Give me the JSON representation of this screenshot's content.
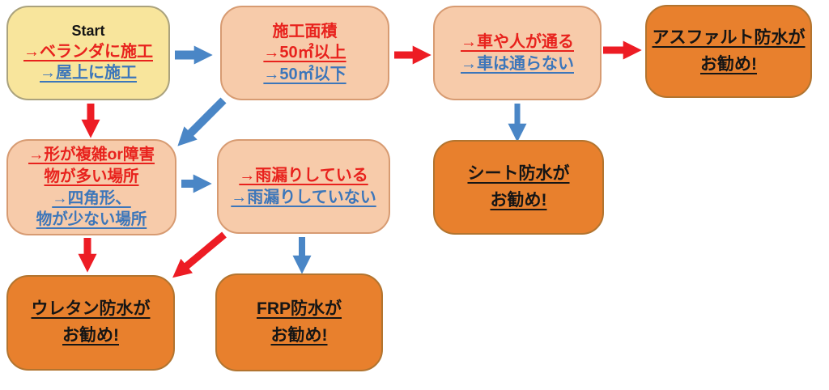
{
  "diagram": {
    "type": "flowchart",
    "language": "ja",
    "topic": "waterproofing method selection"
  },
  "colors": {
    "start_fill": "#f8e59c",
    "decision_fill": "#f7cbaa",
    "result_fill": "#e8802d",
    "red_text": "#e8221d",
    "blue_text": "#3c76ba",
    "red_arrow": "#ed1c24",
    "blue_arrow": "#4a86c6",
    "black_text": "#151515"
  },
  "nodes": {
    "start": {
      "title": "Start",
      "option_red": "→ベランダに施工",
      "option_blue": "→屋上に施工"
    },
    "area": {
      "title": "施工面積",
      "option_red": "→50㎡以上",
      "option_blue": "→50㎡以下"
    },
    "traffic": {
      "option_red": "→車や人が通る",
      "option_blue": "→車は通らない"
    },
    "shape": {
      "option_red_line1": "→形が複雑or障害",
      "option_red_line2": "物が多い場所",
      "option_blue_line1": "→四角形、",
      "option_blue_line2": "物が少ない場所"
    },
    "leak": {
      "option_red": "→雨漏りしている",
      "option_blue": "→雨漏りしていない"
    },
    "asphalt": {
      "line1": "アスファルト防水が",
      "line2": "お勧め!"
    },
    "sheet": {
      "line1": "シート防水が",
      "line2": "お勧め!"
    },
    "urethane": {
      "line1": "ウレタン防水が",
      "line2": "お勧め!"
    },
    "frp": {
      "line1": "FRP防水が",
      "line2": "お勧め!"
    }
  },
  "arrows": [
    {
      "from": "start",
      "to": "area",
      "color": "blue"
    },
    {
      "from": "start",
      "to": "shape",
      "color": "red"
    },
    {
      "from": "area",
      "to": "traffic",
      "color": "red"
    },
    {
      "from": "area",
      "to": "shape",
      "color": "blue"
    },
    {
      "from": "traffic",
      "to": "asphalt",
      "color": "red"
    },
    {
      "from": "traffic",
      "to": "sheet",
      "color": "blue"
    },
    {
      "from": "shape",
      "to": "leak",
      "color": "blue"
    },
    {
      "from": "shape",
      "to": "urethane",
      "color": "red"
    },
    {
      "from": "leak",
      "to": "urethane",
      "color": "red"
    },
    {
      "from": "leak",
      "to": "frp",
      "color": "blue"
    }
  ]
}
